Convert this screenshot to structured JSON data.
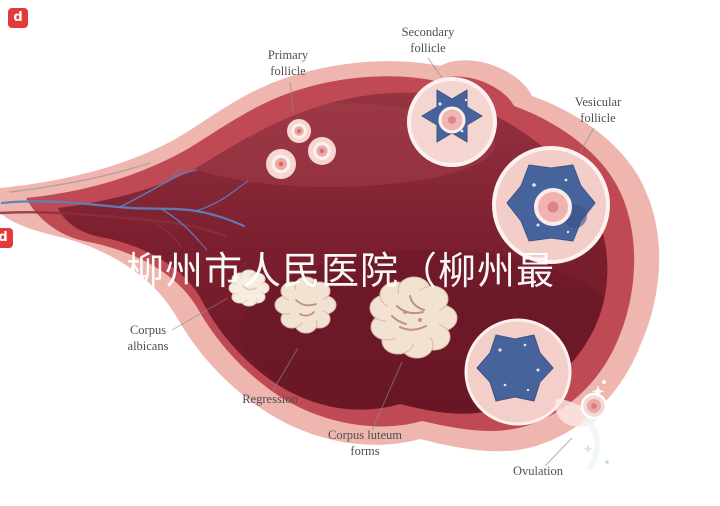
{
  "page": {
    "background": "#ffffff"
  },
  "watermark": {
    "text": "柳州市人民医院（柳州最"
  },
  "logo": {
    "letter": "d"
  },
  "labels": {
    "primary_follicle": {
      "line1": "Primary",
      "line2": "follicle"
    },
    "secondary_follicle": {
      "line1": "Secondary",
      "line2": "follicle"
    },
    "vesicular_follicle": {
      "line1": "Vesicular",
      "line2": "follicle"
    },
    "corpus_albicans": {
      "line1": "Corpus",
      "line2": "albicans"
    },
    "regression": {
      "text": "Regression"
    },
    "corpus_luteum": {
      "line1": "Corpus luteum",
      "line2": "forms"
    },
    "ovulation": {
      "text": "Ovulation"
    }
  },
  "colors": {
    "ovary_rim": "#eeb6af",
    "ovary_red": "#c04a53",
    "ovary_dark": "#7c1f2e",
    "follicle_blue": "#46639b",
    "corpus_cream": "#f2e2d1",
    "label_text": "#4f4f4f",
    "watermark_red": "#e03a3a",
    "watermark_text": "#ffffff"
  }
}
